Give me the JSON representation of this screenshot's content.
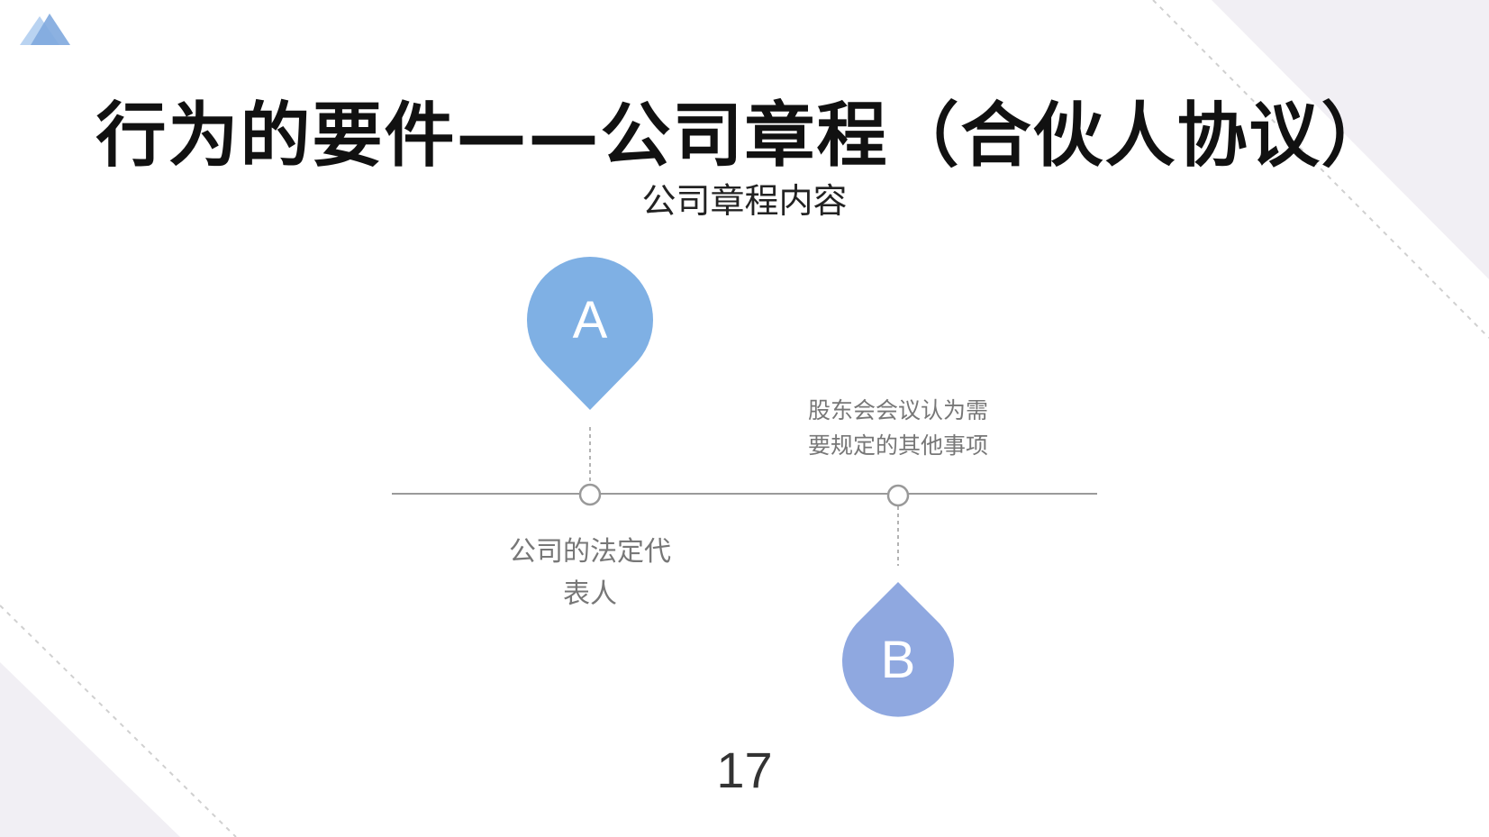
{
  "slide": {
    "title": "行为的要件——公司章程（合伙人协议）",
    "subtitle": "公司章程内容",
    "page_number": "17"
  },
  "timeline": {
    "items": [
      {
        "letter": "A",
        "caption_lines": [
          "公司的法定代",
          "表人"
        ],
        "color": "#7fb0e4"
      },
      {
        "letter": "B",
        "caption_lines": [
          "股东会会议认为需",
          "要规定的其他事项"
        ],
        "color": "#8fa8e0"
      }
    ]
  },
  "colors": {
    "line": "#9a9a9a",
    "corner_shape": "#f1eff4",
    "logo": "#7fa8de"
  }
}
